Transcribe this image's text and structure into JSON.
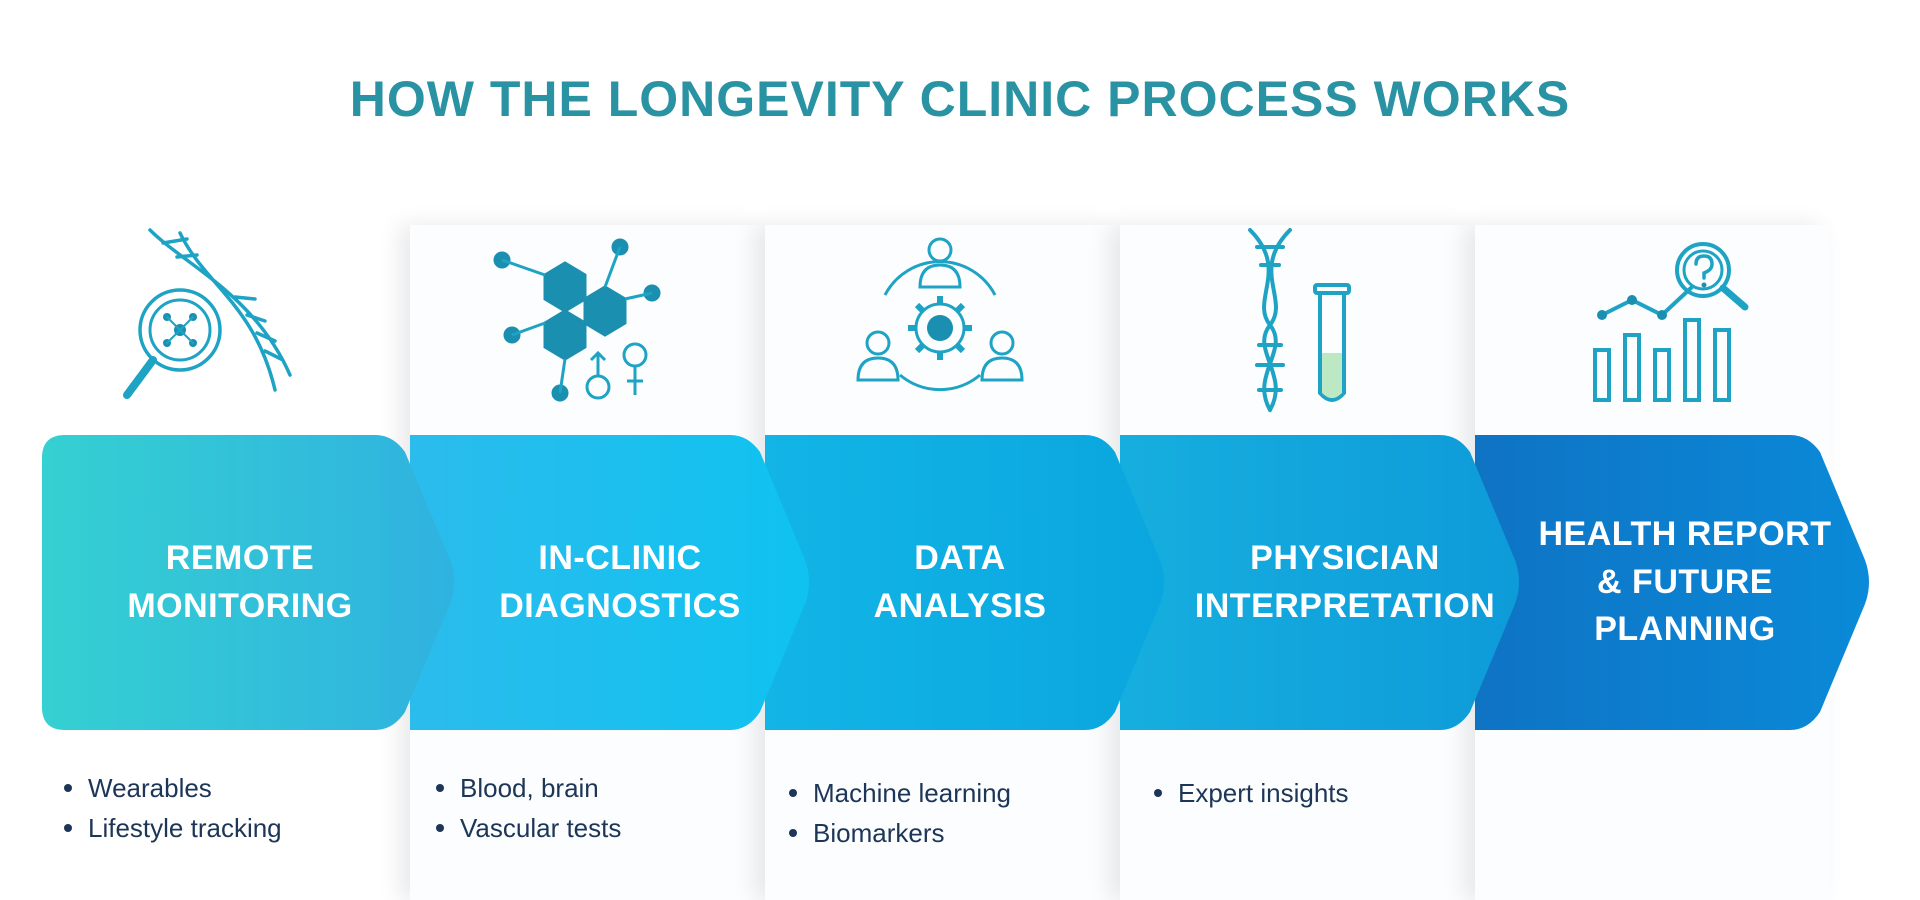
{
  "title": "HOW THE LONGEVITY CLINIC PROCESS WORKS",
  "colors": {
    "title": "#2a93a3",
    "icon": "#1ea3c4",
    "icon_fill": "#1a8fb0",
    "bullet_text": "#1d3557"
  },
  "steps": [
    {
      "label": "REMOTE\nMONITORING",
      "icon": "dna-magnifier-icon",
      "gradient": [
        "#35d0d2",
        "#2fb2e0"
      ],
      "bullets": [
        "Wearables",
        "Lifestyle tracking"
      ]
    },
    {
      "label": "IN-CLINIC\nDIAGNOSTICS",
      "icon": "molecule-gender-icon",
      "gradient": [
        "#2bbcec",
        "#0fc2f0"
      ],
      "bullets": [
        "Blood, brain",
        "Vascular tests"
      ]
    },
    {
      "label": "DATA\nANALYSIS",
      "icon": "team-gear-icon",
      "gradient": [
        "#12b5e6",
        "#0aa6df"
      ],
      "bullets": [
        "Machine learning",
        "Biomarkers"
      ]
    },
    {
      "label": "PHYSICIAN\nINTERPRETATION",
      "icon": "dna-test-tube-icon",
      "gradient": [
        "#16aedf",
        "#0e9bd9"
      ],
      "bullets": [
        "Expert insights"
      ]
    },
    {
      "label": "HEALTH REPORT\n& FUTURE\nPLANNING",
      "icon": "bar-chart-magnifier-icon",
      "gradient": [
        "#0f73c4",
        "#0a8ad8"
      ],
      "bullets": []
    }
  ]
}
